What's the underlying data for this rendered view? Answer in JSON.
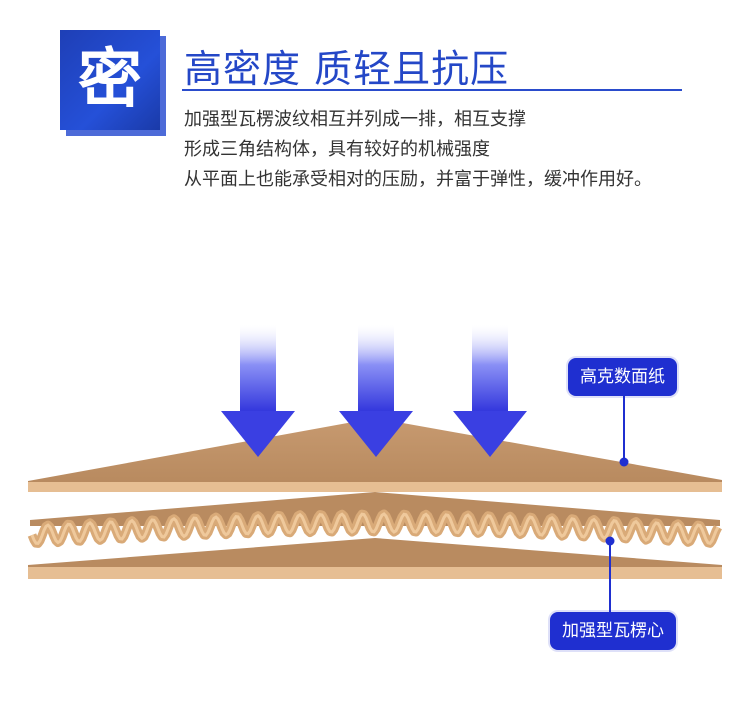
{
  "badge": {
    "glyph": "密"
  },
  "header": {
    "title": "高密度 质轻且抗压"
  },
  "description": {
    "lines": [
      "加强型瓦楞波纹相互并列成一排，相互支撑",
      "形成三角结构体，具有较好的机械强度",
      "从平面上也能承受相对的压励，并富于弹性，缓冲作用好。"
    ]
  },
  "callouts": {
    "top_label": "高克数面纸",
    "bottom_label": "加强型瓦楞心"
  },
  "colors": {
    "accent": "#2447c7",
    "label_bg": "#1f2fd0",
    "cardboard": "#c9996a",
    "cardboard_edge": "#e8c39a",
    "arrow": "#3b3fe0"
  },
  "icons": [
    "down-arrow-icon",
    "down-arrow-icon",
    "down-arrow-icon"
  ]
}
